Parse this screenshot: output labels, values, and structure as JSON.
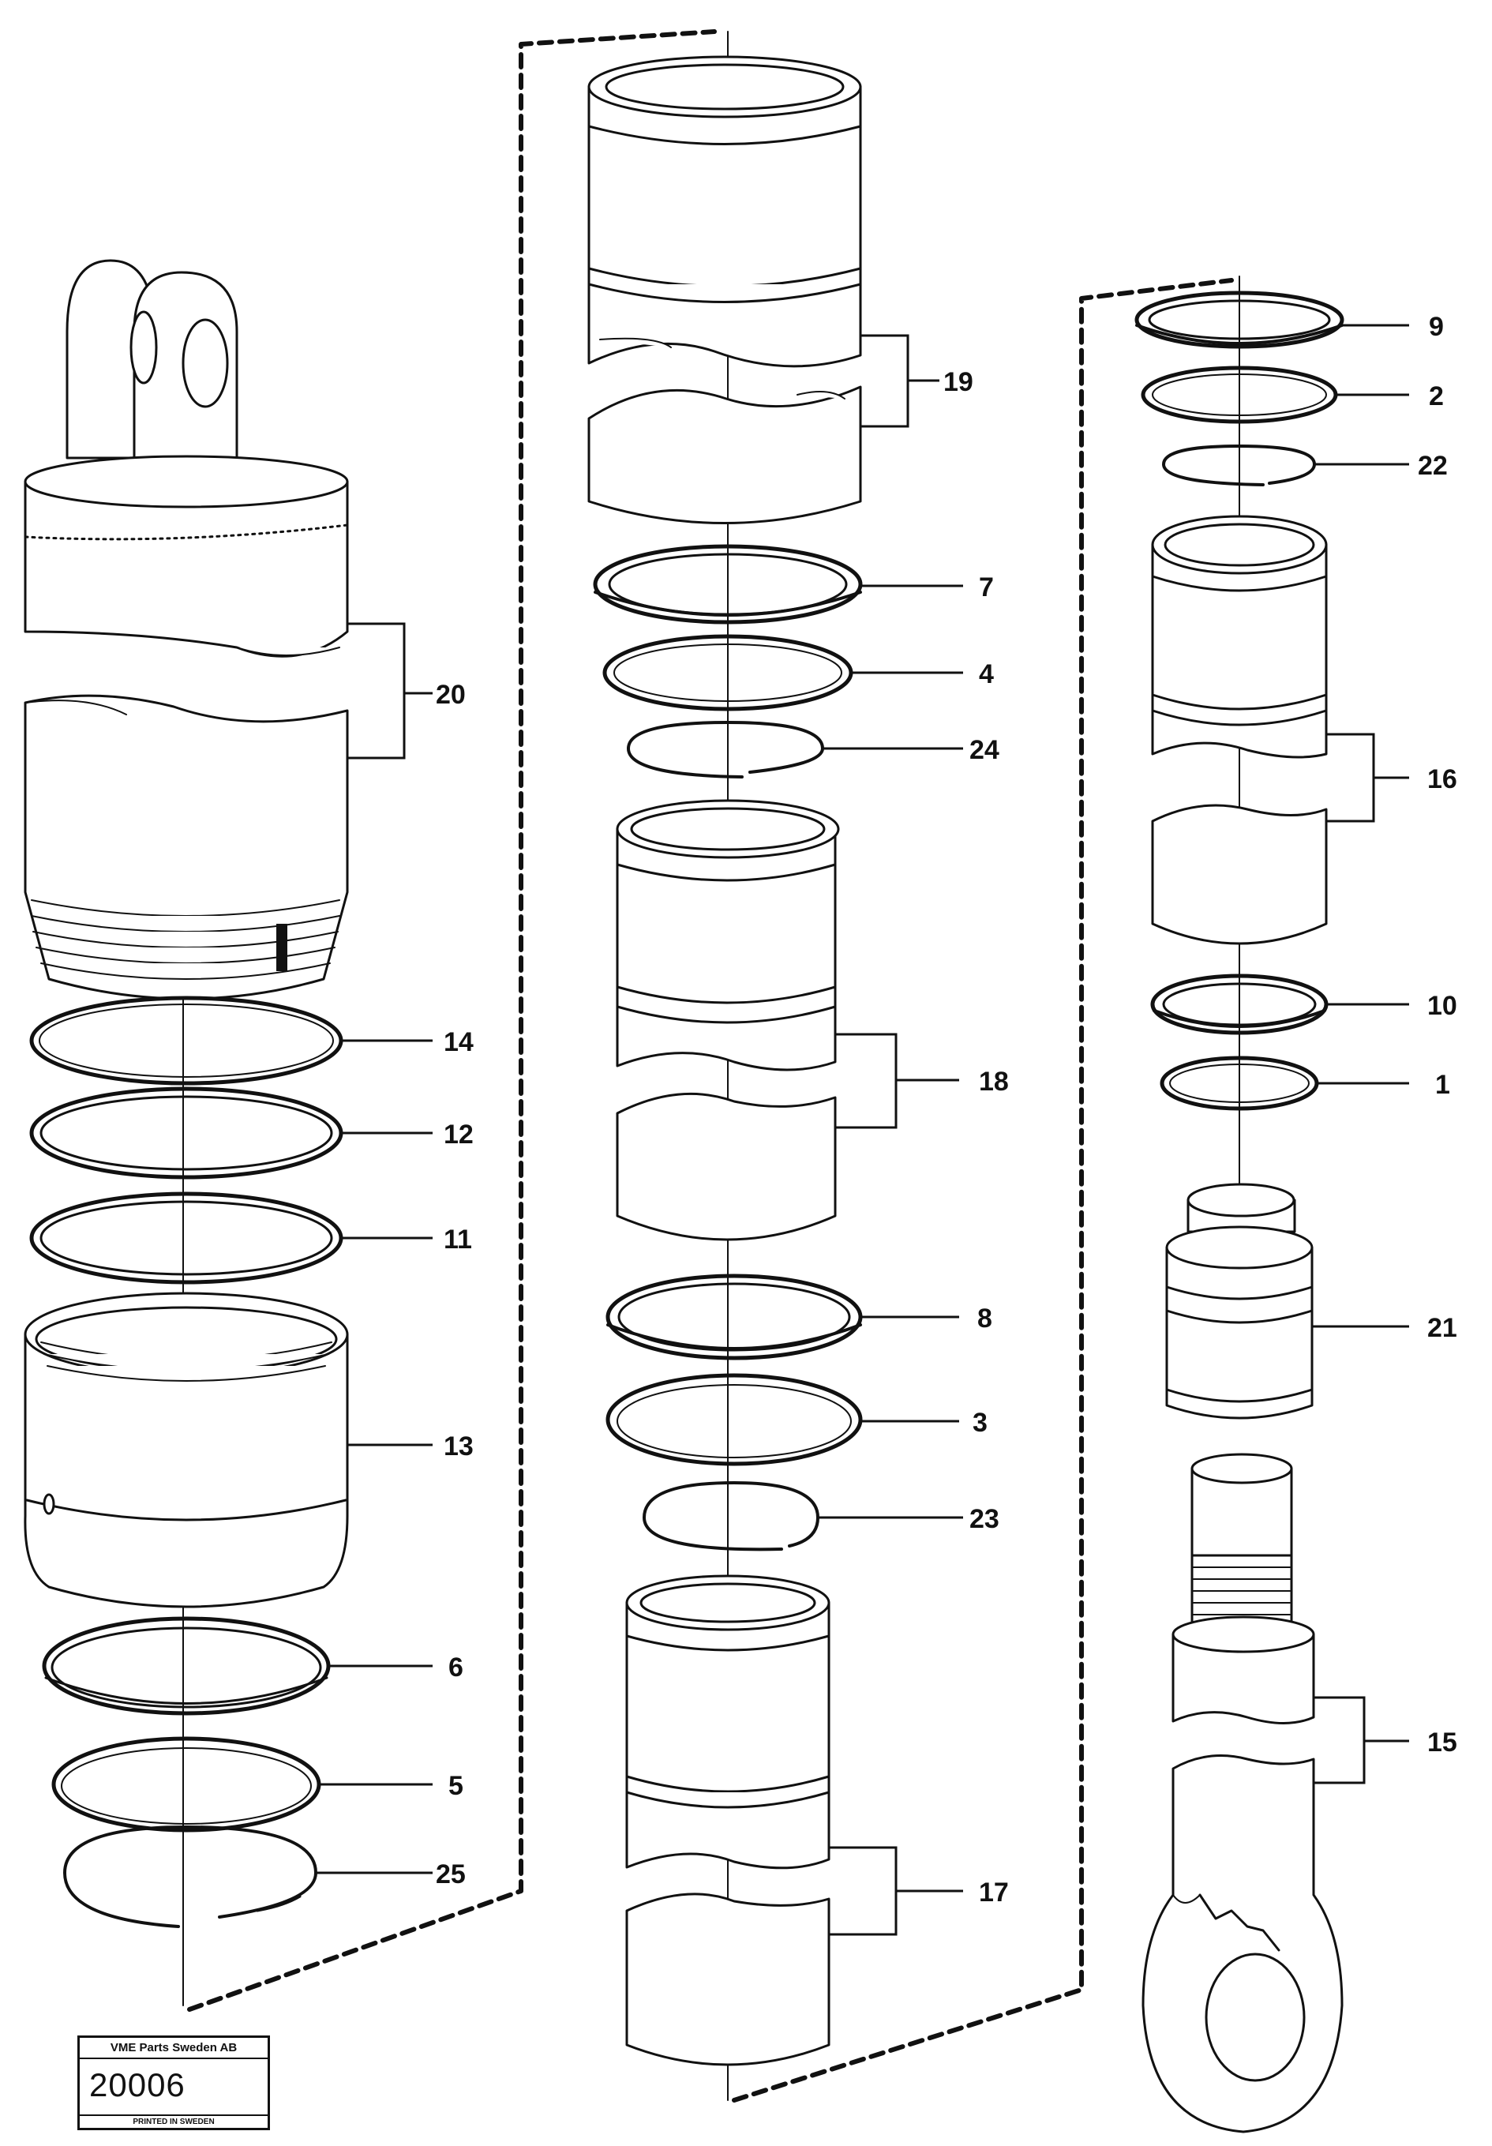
{
  "stamp": {
    "company": "VME Parts Sweden AB",
    "number": "20006",
    "printed": "PRINTED IN SWEDEN"
  },
  "callouts": [
    {
      "id": "c20",
      "text": "20"
    },
    {
      "id": "c14",
      "text": "14"
    },
    {
      "id": "c12",
      "text": "12"
    },
    {
      "id": "c11",
      "text": "11"
    },
    {
      "id": "c13",
      "text": "13"
    },
    {
      "id": "c6",
      "text": "6"
    },
    {
      "id": "c5",
      "text": "5"
    },
    {
      "id": "c25",
      "text": "25"
    },
    {
      "id": "c19",
      "text": "19"
    },
    {
      "id": "c7",
      "text": "7"
    },
    {
      "id": "c4",
      "text": "4"
    },
    {
      "id": "c24",
      "text": "24"
    },
    {
      "id": "c18",
      "text": "18"
    },
    {
      "id": "c8",
      "text": "8"
    },
    {
      "id": "c3",
      "text": "3"
    },
    {
      "id": "c23",
      "text": "23"
    },
    {
      "id": "c17",
      "text": "17"
    },
    {
      "id": "c9",
      "text": "9"
    },
    {
      "id": "c2",
      "text": "2"
    },
    {
      "id": "c22",
      "text": "22"
    },
    {
      "id": "c16",
      "text": "16"
    },
    {
      "id": "c10",
      "text": "10"
    },
    {
      "id": "c1",
      "text": "1"
    },
    {
      "id": "c21",
      "text": "21"
    },
    {
      "id": "c15",
      "text": "15"
    }
  ]
}
